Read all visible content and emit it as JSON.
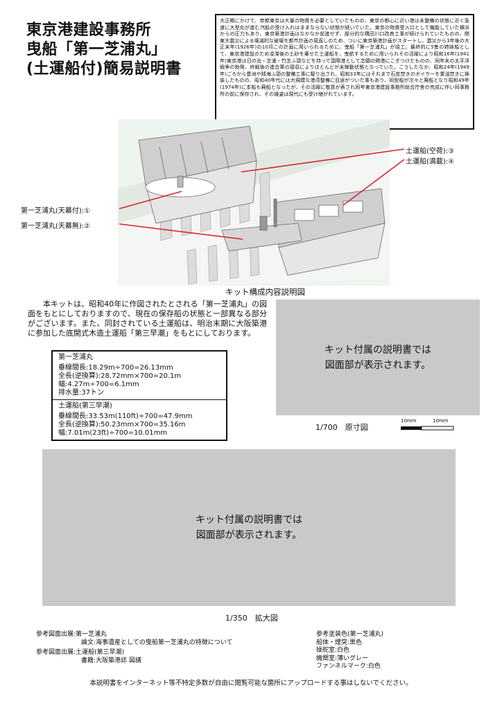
{
  "title": {
    "line1": "東京港建設事務所",
    "line2": "曳船「第一芝浦丸」",
    "line3": "(土運船付)簡易説明書"
  },
  "history": "大正期にかけて、帝都東京は大量の物資を必要としていたものの、東京の都心に近い港は未整備の状態に近く急速に大型化が進む汽船の受け入れはままならない状態が続いていた。東京の物資受入口として機能していた横浜からの圧力もあり、東京築港計画はなかなか前進せず、部分的な隅田川口改良工事が続けられていたものの、関東大震災による壊滅的な破壊を都市計画の見直しのため、ついに東京築港計画がスタートし、震災から3年後の大正末年(1926年)の10月この計画に用いられるために、曳船「第一芝浦丸」が竣工。最終的に5隻の姉妹船として、東京港建設のため浚渫後の土砂を乗せた土運船を、曳航するために用いられその活躍により昭和16年(1941年)東京港は日の出・芝浦・竹芝ふ頭などを持って国際港として念願の開港にこぎつけたものの、同年末の太平洋戦争の勃発、終戦後の進合軍の接収によりほとんどが未稼動状態となっていた。こうしたなか、昭和24年(1949年)ごろから豊洲や晴海ふ頭の整備工事に駆り出され、昭和33年にはそれまで石炭焚きのボイラーを重油焚きに換装したものの、昭和40年代には大規模な港湾整備に目途がついた事もあり、同型船が次々と廃船となり昭和49年(1974年)に本船も廃船となったが、その活躍に敬意が表され同年東京港建設事務所総合庁舎の完成に伴い同事務所の前に保存され、その雄姿は現代にも受け継がれています。",
  "callouts": {
    "c1": "第一芝浦丸(天幕付):①",
    "c2": "第一芝浦丸(天幕無):②",
    "c3": "土運船(空荷):③",
    "c4": "土運船(満載):④"
  },
  "kit_caption": "キット構成内容説明図",
  "intro": "本キットは、昭和40年に作図されたとされる「第一芝浦丸」の図面をもとにしておりますので、現在の保存船の状態と一部異なる部分がございます。また、同封されている土運船は、明治末期に大阪築港に参加した底開式木造土運船「第三早潮」をもとにしております。",
  "drawing_placeholder": {
    "line1": "キット付属の説明書では",
    "line2": "図面部が表示されます。"
  },
  "specs": {
    "ship1": {
      "name": "第一芝浦丸",
      "rows": [
        "垂線間長:18.29m÷700=26.13mm",
        "全長(逆換算):28.72mm×700=20.1m",
        "幅:4.27m÷700=6.1mm",
        "排水量:37トン"
      ]
    },
    "ship2": {
      "name": "土運船(第三早潮)",
      "rows": [
        "垂線間長:33.53m(110ft)÷700=47.9mm",
        "全長(逆換算):50.23mm×700=35.16m",
        "幅:7.01m(23ft)÷700=10.01mm"
      ]
    }
  },
  "scale_700": {
    "label": "1/700　原寸図",
    "bar_left": "10mm",
    "bar_right": "10mm"
  },
  "scale_350_label": "1/350　拡大図",
  "refs": {
    "ref1_line1": "参考図面出展:第一芝浦丸",
    "ref1_line2": "論文:海事遺産としての曳船第一芝浦丸の特徴について",
    "ref2_line1": "参考図面出展:土運船(第三早潮)",
    "ref2_line2": "書籍:大阪築港誌 図譜"
  },
  "paint": {
    "title": "参考塗装色(第一芝浦丸)",
    "rows": [
      "船体・煙突:黒色",
      "操舵室:白色",
      "機関室:薄いグレー",
      "ファンネルマーク:白色"
    ]
  },
  "footer": "本説明書をインターネット等不特定多数が自由に閲覧可能な箇所にアップロードする事はしないでください。"
}
